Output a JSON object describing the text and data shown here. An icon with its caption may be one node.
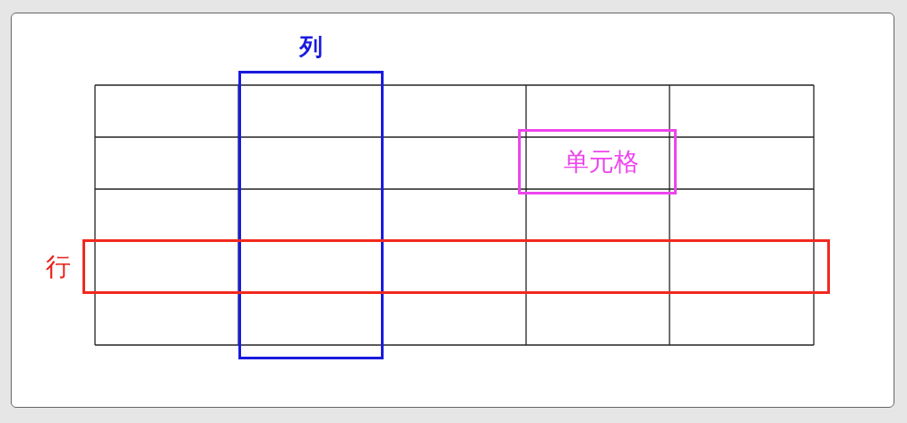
{
  "diagram": {
    "nodes": [
      {
        "text": [
          "列"
        ]
      },
      {
        "text": [
          "单元格"
        ]
      },
      {
        "text": [
          "行"
        ]
      }
    ]
  }
}
